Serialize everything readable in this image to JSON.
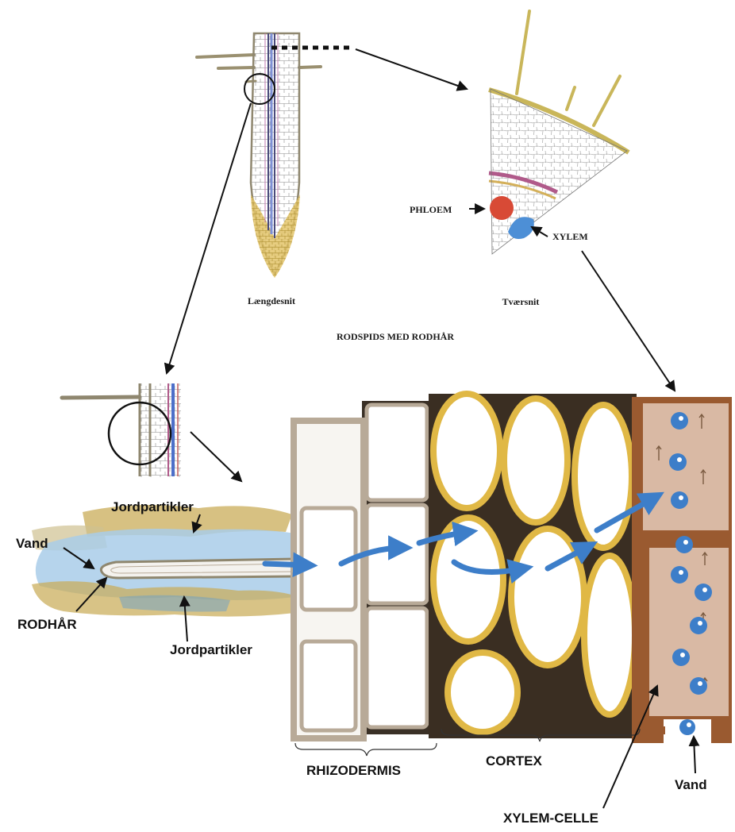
{
  "labels": {
    "longitudinal": "Længdesnit",
    "cross": "Tværsnit",
    "title": "RODSPIDS MED RODHÅR",
    "phloem": "PHLOEM",
    "xylem": "XYLEM",
    "soil_top": "Jordpartikler",
    "soil_bottom": "Jordpartikler",
    "water_left": "Vand",
    "root_hair": "RODHÅR",
    "rhizodermis": "RHIZODERMIS",
    "cortex": "CORTEX",
    "xylem_cell": "XYLEM-CELLE",
    "water_right": "Vand"
  },
  "colors": {
    "water": "#3d7ec9",
    "water_light": "#a9cde9",
    "phloem": "#d84a36",
    "xylem": "#4d8fd6",
    "cortex_wall": "#e0b845",
    "cortex_dark": "#3a2e22",
    "rhizo_wall": "#b8aa98",
    "rhizo_dark": "#6e6050",
    "xylem_wall": "#9a5a30",
    "xylem_fill": "#d9b9a4",
    "soil": "#c9ac58",
    "root_tip": "#d6b24a"
  }
}
